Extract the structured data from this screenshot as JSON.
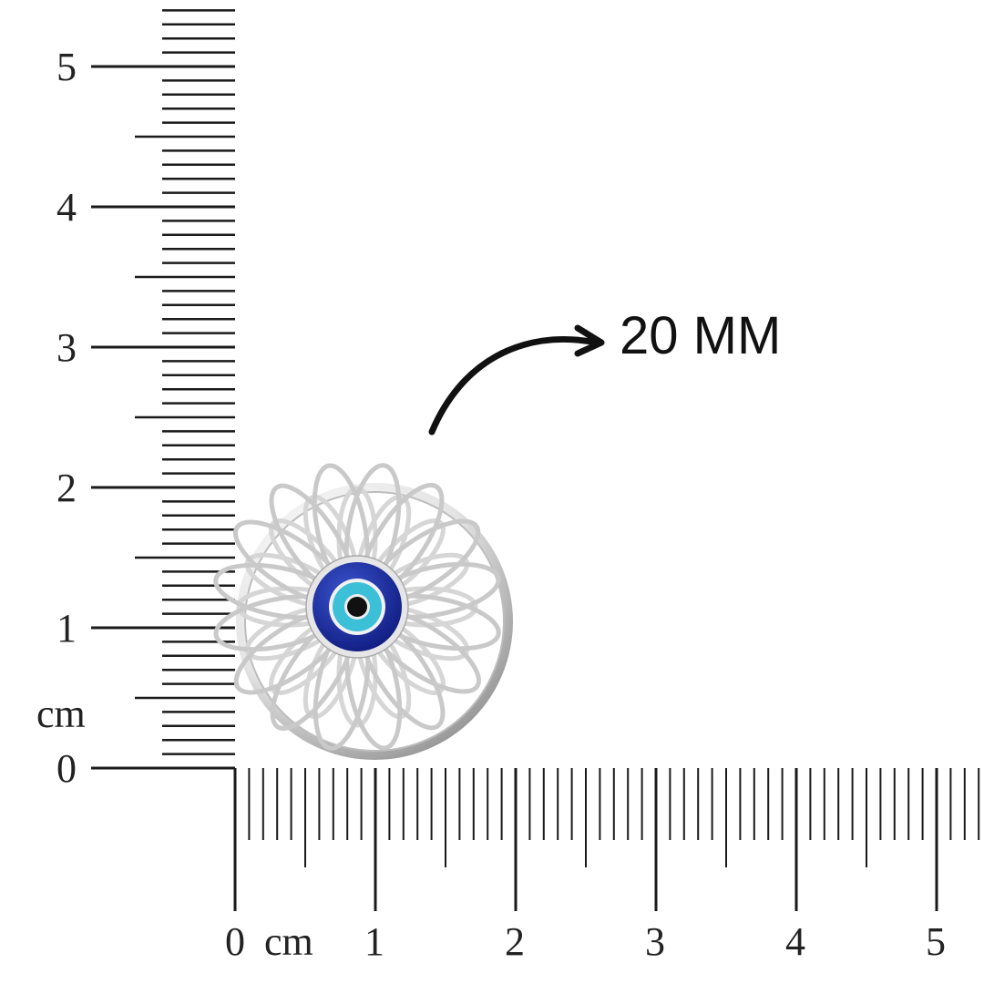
{
  "ruler": {
    "unit": "cm",
    "vertical_labels": [
      "0",
      "1",
      "2",
      "3",
      "4",
      "5"
    ],
    "horizontal_labels": [
      "0",
      "1",
      "2",
      "3",
      "4",
      "5"
    ],
    "vertical_unit_label": "cm",
    "horizontal_unit_label": "cm"
  },
  "annotation": {
    "dimension": "20 MM"
  },
  "colors": {
    "ink": "#1a1a1a",
    "silver": "#d9d9d9",
    "eye_blue": "#1a2fa0",
    "eye_cyan": "#3cc0d8",
    "pupil": "#111111"
  }
}
